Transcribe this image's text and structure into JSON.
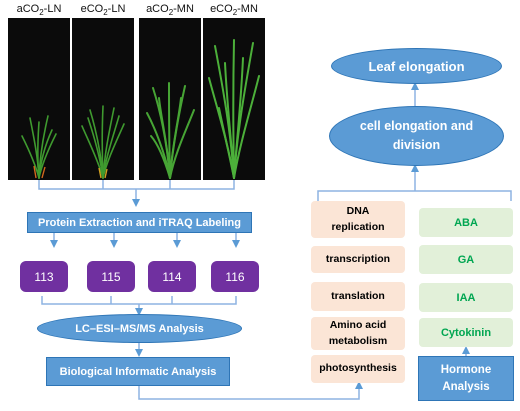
{
  "plants": [
    {
      "label": "aCO",
      "sub": "2",
      "suffix": "-LN"
    },
    {
      "label": "eCO",
      "sub": "2",
      "suffix": "-LN"
    },
    {
      "label": "aCO",
      "sub": "2",
      "suffix": "-MN"
    },
    {
      "label": "eCO",
      "sub": "2",
      "suffix": "-MN"
    }
  ],
  "left_flow": {
    "protein_extraction": "Protein Extraction and iTRAQ Labeling",
    "labels": [
      "113",
      "115",
      "114",
      "116"
    ],
    "lc_ms": "LC–ESI–MS/MS Analysis",
    "bioinformatic": "Biological Informatic Analysis"
  },
  "right_flow": {
    "leaf_elongation": "Leaf elongation",
    "cell_elongation": "cell elongation and division",
    "processes": [
      "DNA replication",
      "transcription",
      "translation",
      "Amino acid metabolism",
      "photosynthesis"
    ],
    "hormones": [
      "ABA",
      "GA",
      "IAA",
      "Cytokinin"
    ],
    "hormone_analysis": "Hormone Analysis"
  },
  "colors": {
    "blue": "#5b9bd5",
    "blue_border": "#2e75b6",
    "purple": "#7030a0",
    "orange_fill": "#fbe5d6",
    "green_fill": "#e2f0d9",
    "green_text": "#00a651"
  }
}
